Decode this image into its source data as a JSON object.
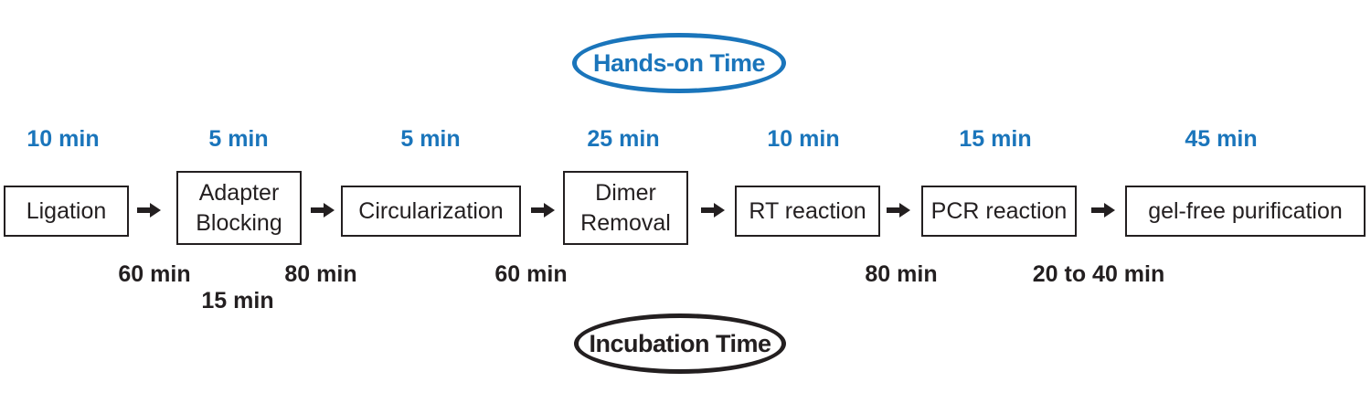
{
  "hands_on": {
    "title": "Hands-on Time",
    "times": [
      "10 min",
      "5 min",
      "5 min",
      "25 min",
      "10 min",
      "15 min",
      "45 min"
    ]
  },
  "incubation": {
    "title": "Incubation Time",
    "times": [
      "60 min",
      "15 min",
      "80 min",
      "60 min",
      "80 min",
      "20 to 40 min"
    ]
  },
  "steps": [
    "Ligation",
    "Adapter\nBlocking",
    "Circularization",
    "Dimer\nRemoval",
    "RT reaction",
    "PCR reaction",
    "gel-free purification"
  ],
  "colors": {
    "hands_on": "#1a75bb",
    "incubation": "#231f20",
    "arrow": "#231f20"
  }
}
